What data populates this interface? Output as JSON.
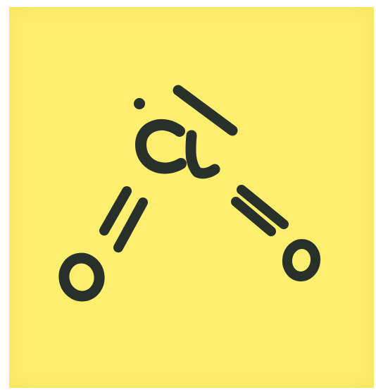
{
  "ink_color": "#27302a",
  "paper_color": "#fdee6e",
  "atoms": {
    "chlorine": "Cl",
    "oxygen_left": "O",
    "oxygen_right": "O"
  },
  "bonds": {
    "left": "double",
    "right": "double"
  },
  "lone_pair": "single-line",
  "unpaired_electron": "dot"
}
